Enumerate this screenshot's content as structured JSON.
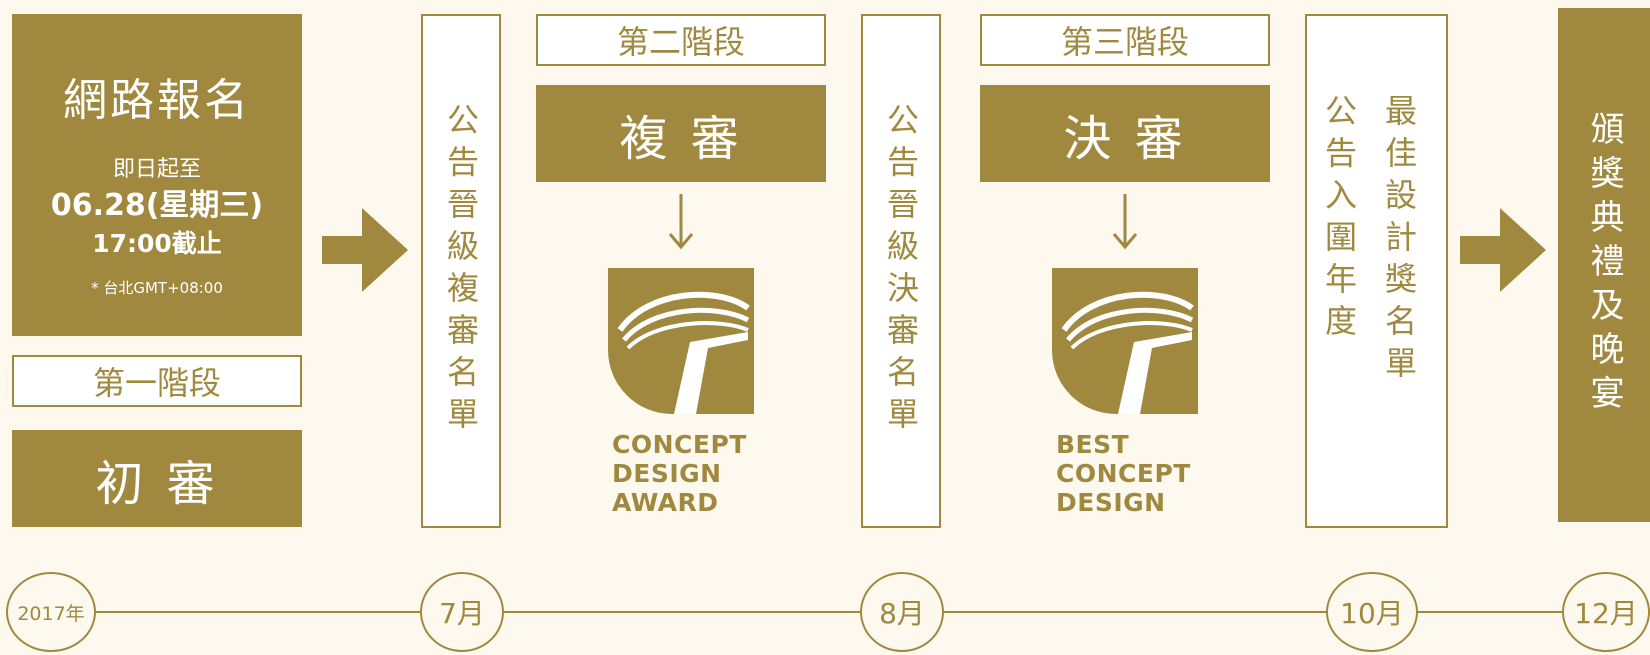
{
  "colors": {
    "accent": "#a0893f",
    "background": "#fdf9ef",
    "panel": "#ffffff"
  },
  "stage1": {
    "registration_title": "網路報名",
    "from_today": "即日起至",
    "deadline_date": "06.28(星期三)",
    "deadline_time": "17:00截止",
    "timezone_note": "* 台北GMT+08:00",
    "stage_label": "第一階段",
    "review_label": "初 審"
  },
  "announce_semifinal": "公告晉級複審名單",
  "stage2": {
    "stage_label": "第二階段",
    "review_label": "複 審",
    "logo_text": [
      "CONCEPT",
      "DESIGN",
      "AWARD"
    ]
  },
  "announce_final": "公告晉級決審名單",
  "stage3": {
    "stage_label": "第三階段",
    "review_label": "決 審",
    "logo_text": [
      "BEST",
      "CONCEPT",
      "DESIGN"
    ]
  },
  "announce_winners": {
    "col1": "公告入圍年度",
    "col2": "最佳設計獎名單"
  },
  "ceremony": "頒獎典禮及晚宴",
  "timeline": {
    "m2017": "2017年",
    "m7": "7月",
    "m8": "8月",
    "m10": "10月",
    "m12": "12月"
  }
}
